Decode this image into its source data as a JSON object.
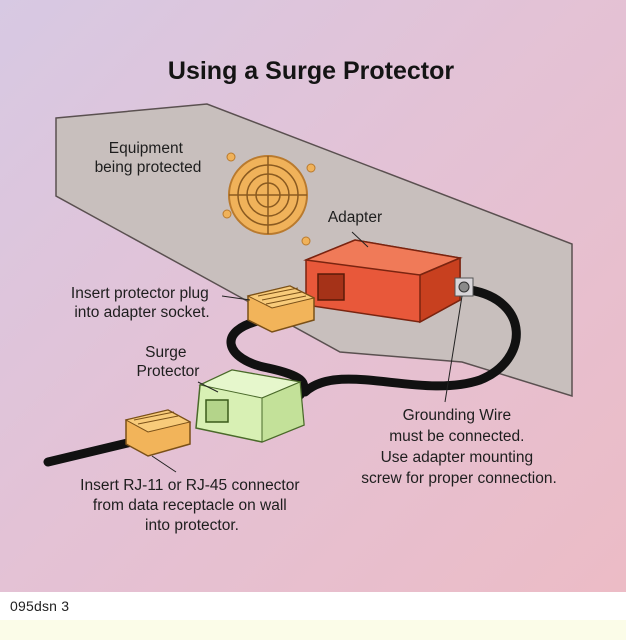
{
  "diagram": {
    "title": "Using a Surge Protector",
    "labels": {
      "equipment": [
        "Equipment",
        "being protected"
      ],
      "adapter": "Adapter",
      "insert_plug": [
        "Insert protector plug",
        "into adapter socket."
      ],
      "surge_protector": [
        "Surge",
        "Protector"
      ],
      "grounding": [
        "Grounding Wire",
        "must be connected.",
        "Use adapter mounting",
        "screw for proper connection."
      ],
      "insert_rj": [
        "Insert RJ-11 or RJ-45 connector",
        "from data receptacle on wall",
        "into protector."
      ]
    }
  },
  "footer": {
    "image_code": "095dsn 3"
  },
  "colors": {
    "background": "#e3c2d6",
    "wall": "#c9c0bd",
    "adapter": "#e8583a",
    "surge_protector": "#d8f0b4",
    "connector": "#f2b45a",
    "cable": "#111111",
    "fan": "#f0b25a"
  }
}
